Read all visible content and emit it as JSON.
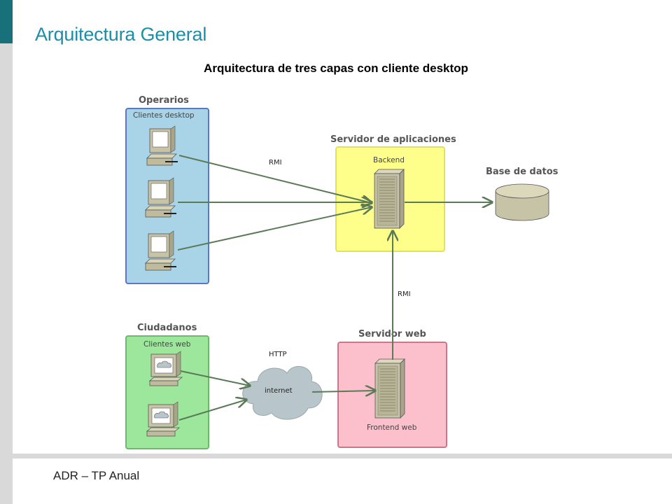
{
  "slide": {
    "title": "Arquitectura General",
    "subtitle": "Arquitectura de tres capas con cliente desktop",
    "footer": "ADR – TP Anual"
  },
  "diagram": {
    "groups": {
      "operarios": {
        "title": "Operarios",
        "sublabel": "Clientes desktop",
        "color": "#a9d3e6"
      },
      "app_server": {
        "title": "Servidor de aplicaciones",
        "sublabel": "Backend",
        "color": "#fefe8a"
      },
      "db": {
        "title": "Base de datos"
      },
      "ciudadanos": {
        "title": "Ciudadanos",
        "sublabel": "Clientes web",
        "color": "#9ce79c"
      },
      "web_server": {
        "title": "Servidor web",
        "sublabel": "Frontend web",
        "color": "#fcbfcc"
      }
    },
    "cloud_label": "internet",
    "edge_labels": {
      "rmi_clients": "RMI",
      "rmi_frontend": "RMI",
      "http": "HTTP"
    }
  },
  "colors": {
    "accent": "#17707a",
    "title": "#1b8ea8",
    "arrow": "#5b7a58"
  }
}
